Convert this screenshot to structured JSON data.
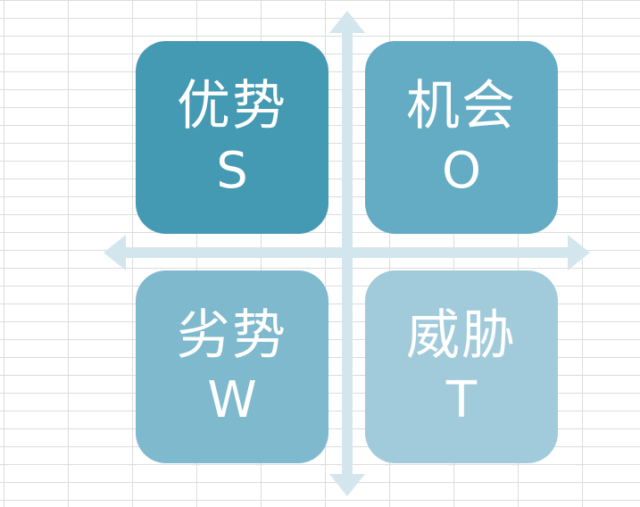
{
  "quadrants": [
    {
      "cn": "优势",
      "en": "S",
      "color": "#4499b3"
    },
    {
      "cn": "机会",
      "en": "O",
      "color": "#63acc4"
    },
    {
      "cn": "劣势",
      "en": "W",
      "color": "#7fb9cd"
    },
    {
      "cn": "威胁",
      "en": "T",
      "color": "#a1cbda"
    }
  ],
  "arrow_color": "#d3e6ee"
}
